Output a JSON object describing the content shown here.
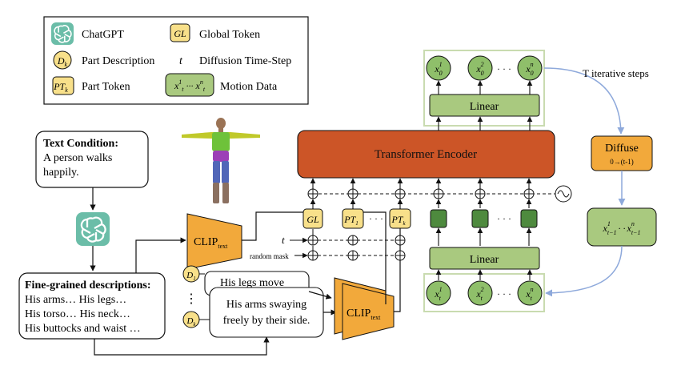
{
  "legend": {
    "chatgpt_label": "ChatGPT",
    "global_token_symbol": "GL",
    "global_token_label": "Global Token",
    "part_desc_symbol": "D",
    "part_desc_sub": "k",
    "part_desc_label": "Part Description",
    "timestep_symbol": "t",
    "timestep_label": "Diffusion Time-Step",
    "part_token_symbol": "PT",
    "part_token_sub": "k",
    "part_token_label": "Part Token",
    "motion_data_label": "Motion Data"
  },
  "text_condition": {
    "title": "Text Condition:",
    "line1": "A person walks",
    "line2": "happily."
  },
  "fine_grained": {
    "title": "Fine-grained descriptions:",
    "line1": "His arms… His legs…",
    "line2": "His torso… His neck…",
    "line3": "His buttocks and waist …"
  },
  "clip": {
    "main": "CLIP",
    "sub": "text"
  },
  "part_descs": {
    "d1_symbol": "D",
    "d1_sub": "1",
    "dk_symbol": "D",
    "dk_sub": "k",
    "vdots": "⋮"
  },
  "desc_cards": {
    "back": "His legs move",
    "front_line1": "His arms swaying",
    "front_line2": "freely by their side."
  },
  "tokens": {
    "gl": "GL",
    "pt_symbol": "PT",
    "pt1_sub": "1",
    "ptk_sub": "k",
    "dots": "· · ·"
  },
  "side_labels": {
    "t": "t",
    "random_mask": "random mask"
  },
  "transformer": {
    "label": "Transformer Encoder"
  },
  "linear": {
    "top": "Linear",
    "bottom": "Linear"
  },
  "outputs": {
    "x": "x",
    "zero": "0",
    "sup1": "1",
    "sup2": "2",
    "supn": "n",
    "dots": "· · ·"
  },
  "inputs": {
    "x": "x",
    "t": "t",
    "sup1": "1",
    "sup2": "2",
    "supn": "n",
    "dots": "· · ·"
  },
  "embed_dots": "· · ·",
  "iterative": {
    "label": "T iterative steps"
  },
  "diffuse": {
    "title": "Diffuse",
    "sub": "0→(t-1)"
  },
  "xt1": {
    "x": "x",
    "sub": "t−1",
    "sup1": "1",
    "supn": "n",
    "dots": "· ·"
  },
  "colors": {
    "orange": "#F2A93B",
    "token_yellow": "#F8E08A",
    "green_circle": "#8FBF6A",
    "green_box": "#A9C97F",
    "dark_green": "#4E8A3E",
    "transformer": "#CC5527",
    "chatgpt": "#6BBDA8",
    "flow_blue": "#8EA9DB"
  }
}
